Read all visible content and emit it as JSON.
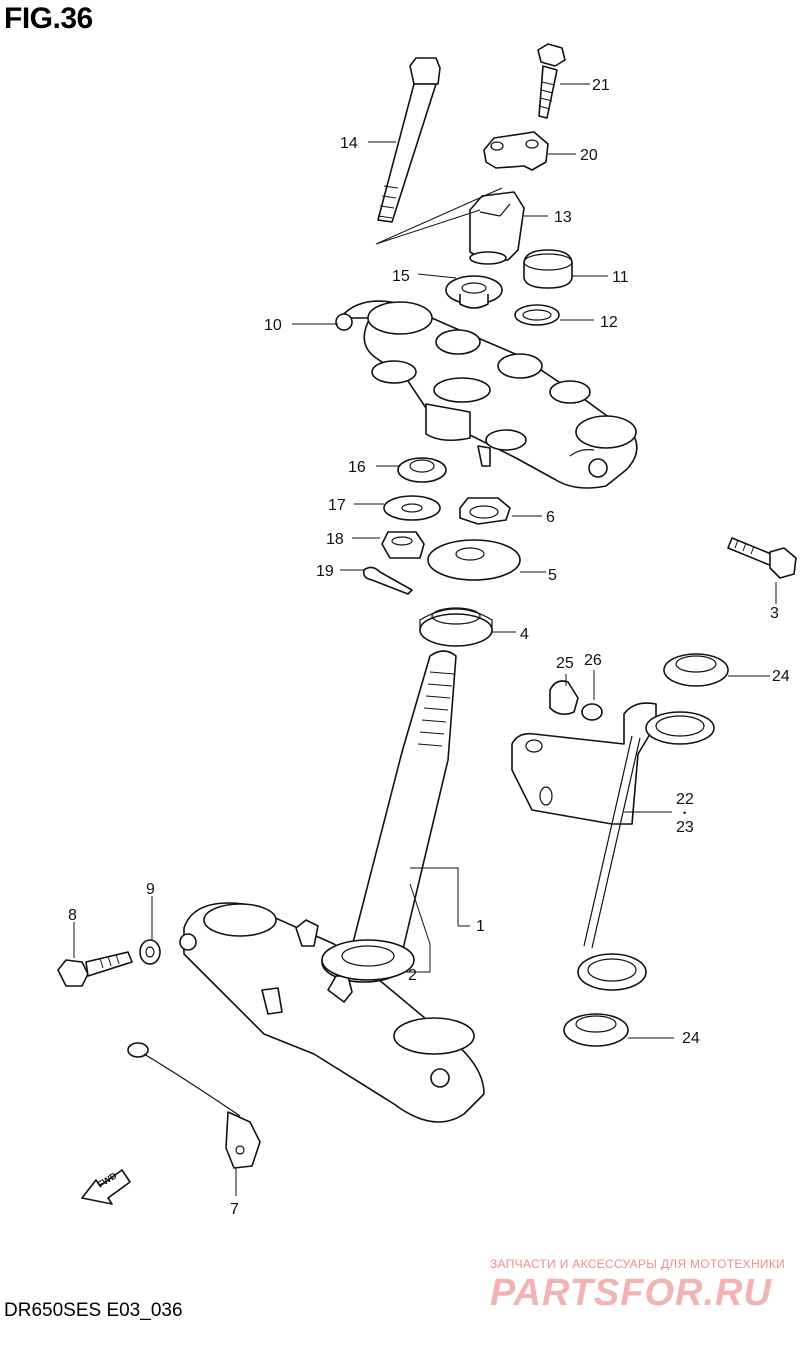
{
  "figure": {
    "title": "FIG.36",
    "code": "DR650SES E03_036"
  },
  "watermark": {
    "line1": "ЗАПЧАСТИ И АКСЕССУАРЫ ДЛЯ МОТОТЕХНИКИ",
    "line2": "PARTSFOR.RU"
  },
  "fwd_arrow": "FWD",
  "callouts": {
    "c1": "1",
    "c2": "2",
    "c3": "3",
    "c4": "4",
    "c5": "5",
    "c6": "6",
    "c7": "7",
    "c8": "8",
    "c9": "9",
    "c10": "10",
    "c11": "11",
    "c12": "12",
    "c13": "13",
    "c14": "14",
    "c15": "15",
    "c16": "16",
    "c17": "17",
    "c18": "18",
    "c19": "19",
    "c20": "20",
    "c21": "21",
    "c22": "22",
    "c23": "23",
    "c24a": "24",
    "c24b": "24",
    "c25": "25",
    "c26": "26",
    "dot": "•"
  }
}
